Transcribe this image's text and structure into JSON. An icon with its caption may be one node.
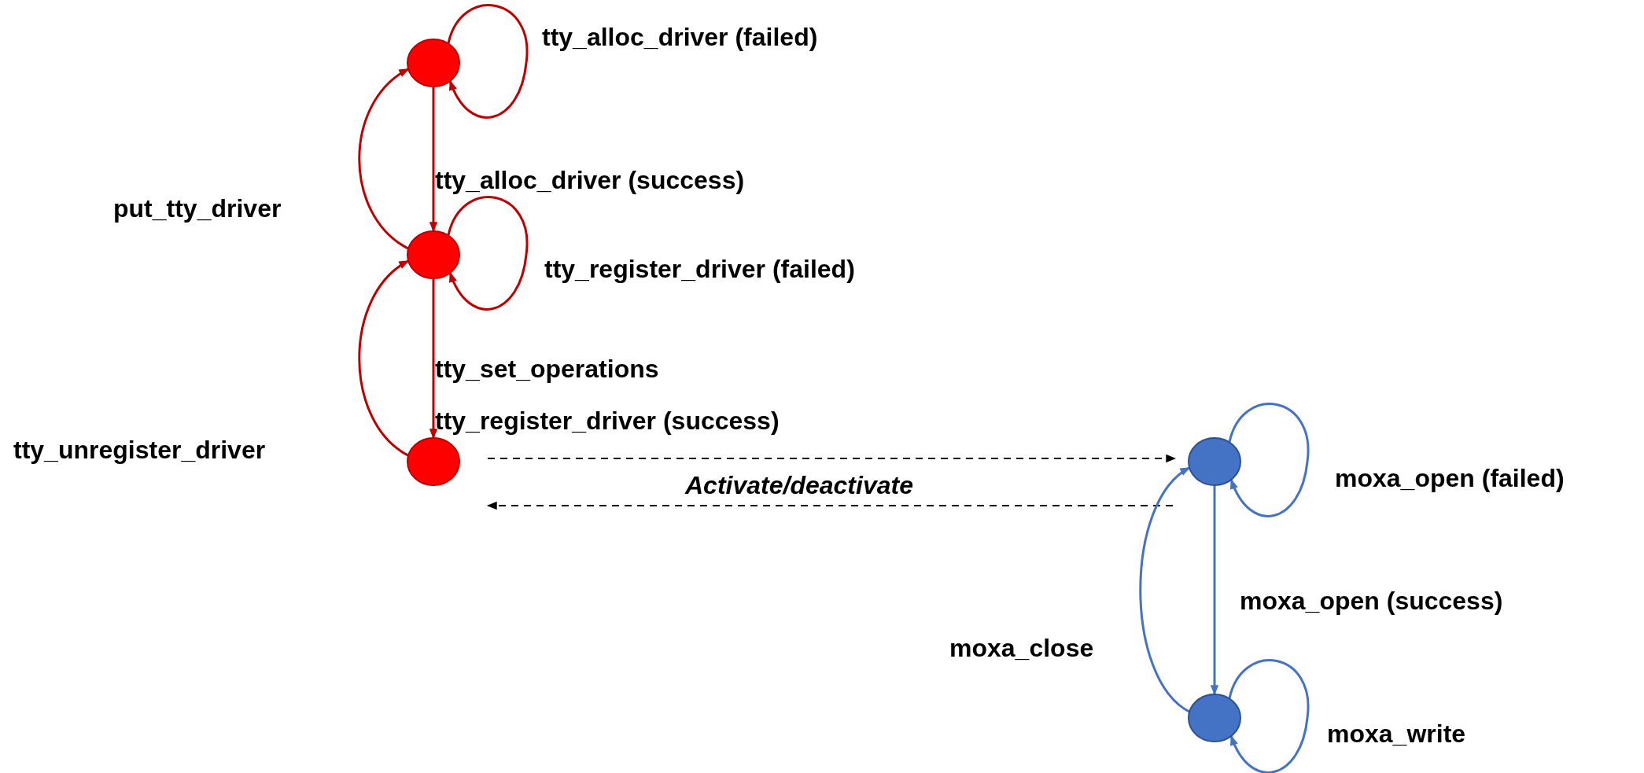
{
  "diagram": {
    "nodes": [
      {
        "text": [],
        "shape": "circle"
      },
      {
        "text": [],
        "shape": "circle"
      },
      {
        "text": [],
        "shape": "circle"
      },
      {
        "text": [],
        "shape": "circle"
      },
      {
        "text": [],
        "shape": "circle"
      }
    ],
    "edges": [
      {
        "from": 0,
        "to": 0,
        "arrow": "to",
        "label": "tty_alloc_driver (failed)"
      },
      {
        "from": 0,
        "to": 1,
        "arrow": "to",
        "label": "tty_alloc_driver (success)"
      },
      {
        "from": 1,
        "to": 0,
        "arrow": "to",
        "label": "put_tty_driver"
      },
      {
        "from": 1,
        "to": 1,
        "arrow": "to",
        "label": "tty_register_driver (failed)"
      },
      {
        "from": 1,
        "to": 2,
        "arrow": "to",
        "label": "tty_set_operations tty_register_driver (success)"
      },
      {
        "from": 2,
        "to": 1,
        "arrow": "to",
        "label": "tty_unregister_driver"
      },
      {
        "from": 2,
        "to": 3,
        "arrow": "to",
        "style": "dashed",
        "color": "#000000"
      },
      {
        "from": 3,
        "to": 2,
        "arrow": "to",
        "style": "dashed",
        "color": "#000000"
      },
      {
        "from": 3,
        "to": 3,
        "arrow": "to",
        "label": "moxa_open (failed)",
        "color": "#4472c4"
      },
      {
        "from": 3,
        "to": 4,
        "arrow": "to",
        "label": "moxa_open (success)",
        "color": "#4472c4"
      },
      {
        "from": 4,
        "to": 3,
        "arrow": "to",
        "label": "moxa_close",
        "color": "#4472c4"
      },
      {
        "from": 4,
        "to": 4,
        "arrow": "to",
        "label": "moxa_write",
        "color": "#4472c4"
      }
    ],
    "labels": [
      "Activate/deactivate"
    ]
  }
}
